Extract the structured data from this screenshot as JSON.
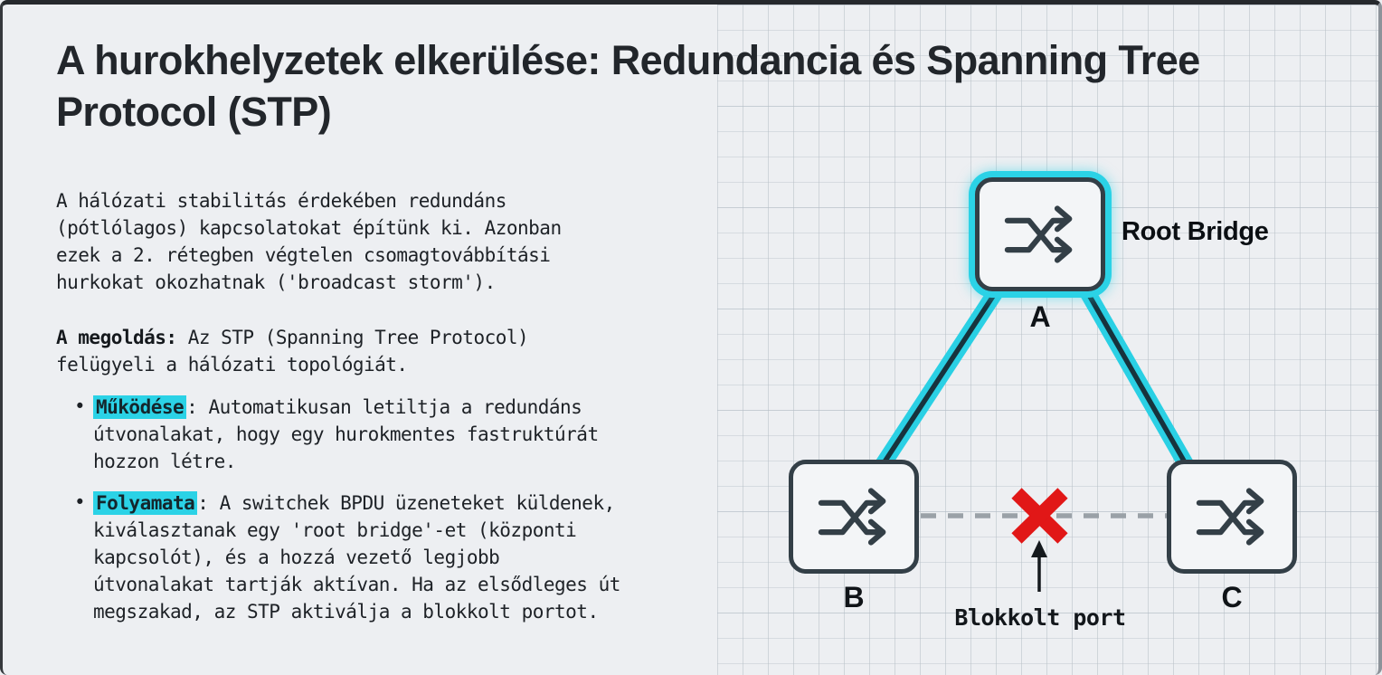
{
  "slide": {
    "title": "A hurokhelyzetek elkerülése: Redundancia és Spanning Tree Protocol (STP)",
    "intro": "A hálózati stabilitás érdekében redundáns (pótlólagos) kapcsolatokat építünk ki. Azonban ezek a 2. rétegben végtelen csomagtovábbítási hurkokat okozhatnak ('broadcast storm').",
    "solution_label": "A megoldás:",
    "solution_text": " Az STP (Spanning Tree Protocol) felügyeli a hálózati topológiát.",
    "bullets": [
      {
        "term": "Működése",
        "text": ": Automatikusan letiltja a redundáns útvonalakat, hogy egy hurokmentes fastruktúrát hozzon létre."
      },
      {
        "term": "Folyamata",
        "text": ": A switchek BPDU üzeneteket küldenek, kiválasztanak egy 'root bridge'-et (központi kapcsolót), és a hozzá vezető legjobb útvonalakat tartják aktívan. Ha az elsődleges út megszakad, az STP aktiválja a blokkolt portot."
      }
    ],
    "highlight_color": "#2BD2E6"
  },
  "diagram": {
    "root_bridge_label": "Root Bridge",
    "blocked_port_label": "Blokkolt port",
    "nodes": [
      {
        "id": "A",
        "label": "A",
        "role": "root-bridge"
      },
      {
        "id": "B",
        "label": "B",
        "role": "switch"
      },
      {
        "id": "C",
        "label": "C",
        "role": "switch"
      }
    ],
    "active_links": [
      "A-B",
      "A-C"
    ],
    "blocked_link": "B-C",
    "colors": {
      "active_link": "#2BD2E6",
      "link_core": "#17333D",
      "blocked_x": "#E11717",
      "dashed_line": "#9AA1A7",
      "switch_stroke": "#333F47"
    }
  }
}
